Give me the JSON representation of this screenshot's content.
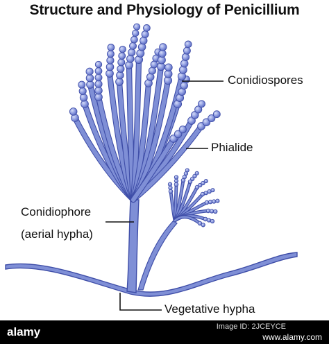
{
  "title": "Structure and Physiology of Penicillium",
  "labels": {
    "conidiospores": "Conidiospores",
    "phialide": "Phialide",
    "conidiophore": "Conidiophore",
    "aerial_hypha": "(aerial hypha)",
    "vegetative_hypha": "Vegetative hypha"
  },
  "footer": {
    "brand": "alamy",
    "image_id": "Image ID: 2JCEYCE",
    "website": "www.alamy.com"
  },
  "colors": {
    "hypha_fill": "#7f8fd6",
    "hypha_stroke": "#3f4ea8",
    "spore_fill": "#8d9be0",
    "spore_highlight": "#c8d0f3",
    "background": "#ffffff",
    "footer_bg": "#000000"
  }
}
